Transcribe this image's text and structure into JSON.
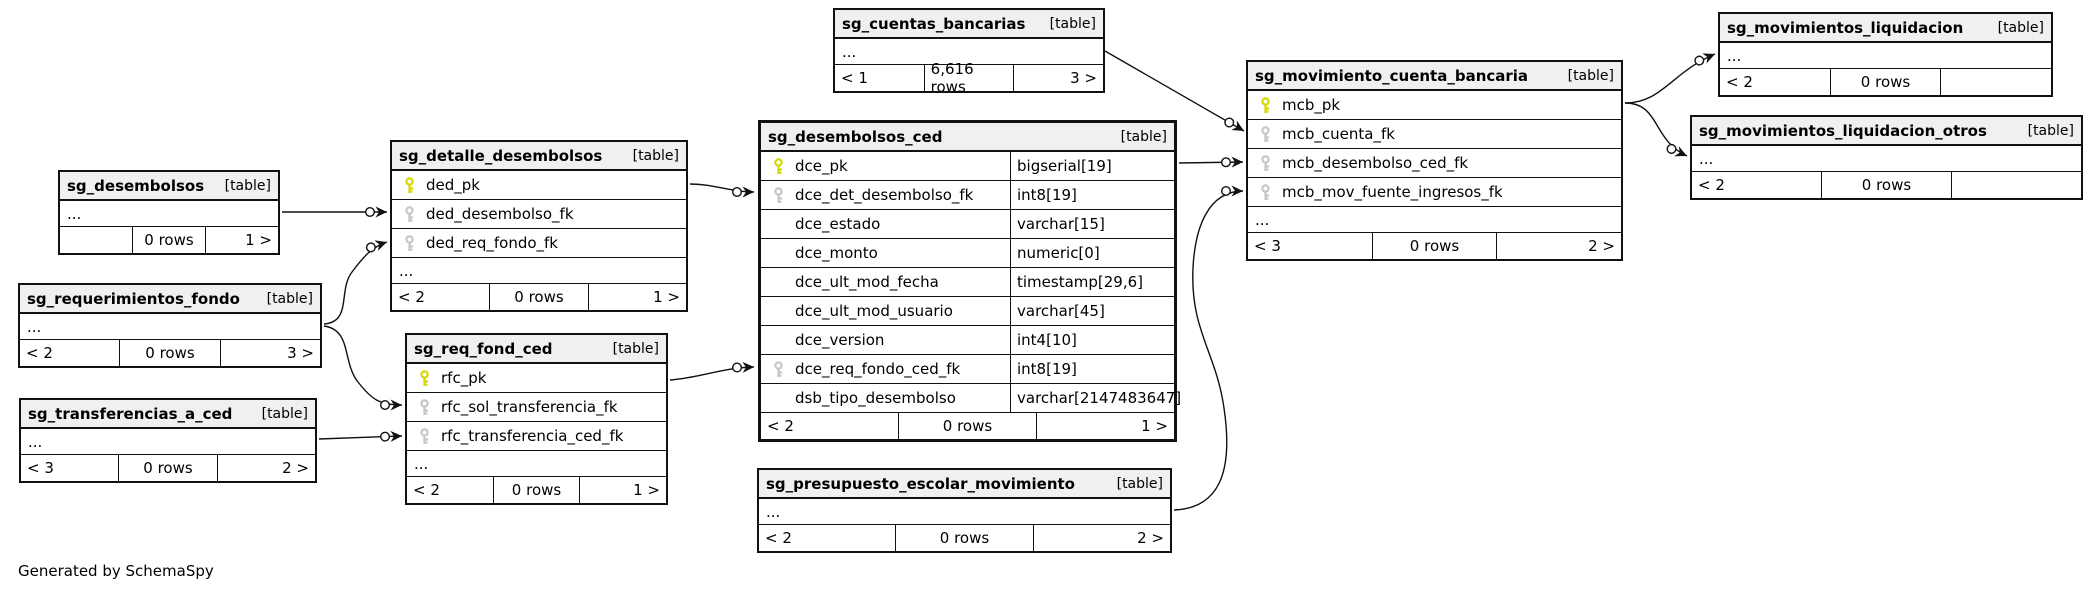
{
  "credit": "Generated by SchemaSpy",
  "colors": {
    "pk_key": "#d6d600",
    "fk_key": "#c6c6c6",
    "header_bg": "#f0f0f0",
    "line": "#111111"
  },
  "tables": {
    "cuentas_bancarias": {
      "name": "sg_cuentas_bancarias",
      "tag": "[table]",
      "ellipsis": "...",
      "footer": {
        "left": "< 1",
        "center": "6,616 rows",
        "right": "3 >"
      }
    },
    "movimientos_liquidacion": {
      "name": "sg_movimientos_liquidacion",
      "tag": "[table]",
      "ellipsis": "...",
      "footer": {
        "left": "< 2",
        "center": "0 rows",
        "right": ""
      }
    },
    "movimiento_cuenta_bancaria": {
      "name": "sg_movimiento_cuenta_bancaria",
      "tag": "[table]",
      "ellipsis": "...",
      "columns": [
        {
          "name": "mcb_pk",
          "key": "pk"
        },
        {
          "name": "mcb_cuenta_fk",
          "key": "fk"
        },
        {
          "name": "mcb_desembolso_ced_fk",
          "key": "fk"
        },
        {
          "name": "mcb_mov_fuente_ingresos_fk",
          "key": "fk"
        }
      ],
      "footer": {
        "left": "< 3",
        "center": "0 rows",
        "right": "2 >"
      }
    },
    "movimientos_liquidacion_otros": {
      "name": "sg_movimientos_liquidacion_otros",
      "tag": "[table]",
      "ellipsis": "...",
      "footer": {
        "left": "< 2",
        "center": "0 rows",
        "right": ""
      }
    },
    "desembolsos": {
      "name": "sg_desembolsos",
      "tag": "[table]",
      "ellipsis": "...",
      "footer": {
        "left": "",
        "center": "0 rows",
        "right": "1 >"
      }
    },
    "detalle_desembolsos": {
      "name": "sg_detalle_desembolsos",
      "tag": "[table]",
      "ellipsis": "...",
      "columns": [
        {
          "name": "ded_pk",
          "key": "pk"
        },
        {
          "name": "ded_desembolso_fk",
          "key": "fk"
        },
        {
          "name": "ded_req_fondo_fk",
          "key": "fk"
        }
      ],
      "footer": {
        "left": "< 2",
        "center": "0 rows",
        "right": "1 >"
      }
    },
    "requerimientos_fondo": {
      "name": "sg_requerimientos_fondo",
      "tag": "[table]",
      "ellipsis": "...",
      "footer": {
        "left": "< 2",
        "center": "0 rows",
        "right": "3 >"
      }
    },
    "transferencias_a_ced": {
      "name": "sg_transferencias_a_ced",
      "tag": "[table]",
      "ellipsis": "...",
      "footer": {
        "left": "< 3",
        "center": "0 rows",
        "right": "2 >"
      }
    },
    "req_fond_ced": {
      "name": "sg_req_fond_ced",
      "tag": "[table]",
      "ellipsis": "...",
      "columns": [
        {
          "name": "rfc_pk",
          "key": "pk"
        },
        {
          "name": "rfc_sol_transferencia_fk",
          "key": "fk"
        },
        {
          "name": "rfc_transferencia_ced_fk",
          "key": "fk"
        }
      ],
      "footer": {
        "left": "< 2",
        "center": "0 rows",
        "right": "1 >"
      }
    },
    "desembolsos_ced": {
      "name": "sg_desembolsos_ced",
      "tag": "[table]",
      "ellipsis": null,
      "columns": [
        {
          "name": "dce_pk",
          "type": "bigserial[19]",
          "key": "pk"
        },
        {
          "name": "dce_det_desembolso_fk",
          "type": "int8[19]",
          "key": "fk"
        },
        {
          "name": "dce_estado",
          "type": "varchar[15]",
          "key": ""
        },
        {
          "name": "dce_monto",
          "type": "numeric[0]",
          "key": ""
        },
        {
          "name": "dce_ult_mod_fecha",
          "type": "timestamp[29,6]",
          "key": ""
        },
        {
          "name": "dce_ult_mod_usuario",
          "type": "varchar[45]",
          "key": ""
        },
        {
          "name": "dce_version",
          "type": "int4[10]",
          "key": ""
        },
        {
          "name": "dce_req_fondo_ced_fk",
          "type": "int8[19]",
          "key": "fk"
        },
        {
          "name": "dsb_tipo_desembolso",
          "type": "varchar[2147483647]",
          "key": ""
        }
      ],
      "footer": {
        "left": "< 2",
        "center": "0 rows",
        "right": "1 >"
      }
    },
    "presupuesto_escolar_movimiento": {
      "name": "sg_presupuesto_escolar_movimiento",
      "tag": "[table]",
      "ellipsis": "...",
      "footer": {
        "left": "< 2",
        "center": "0 rows",
        "right": "2 >"
      }
    }
  }
}
